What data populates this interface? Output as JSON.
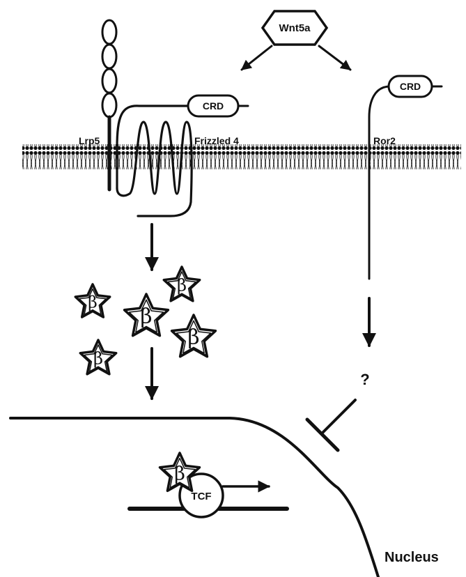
{
  "labels": {
    "ligand": "Wnt5a",
    "lrp5": "Lrp5",
    "frizzled": "Frizzled 4",
    "ror2": "Ror2",
    "crd_left": "CRD",
    "crd_right": "CRD",
    "question": "?",
    "tcf": "TCF",
    "nucleus": "Nucleus",
    "beta": "β"
  },
  "colors": {
    "ink": "#111111",
    "background": "#ffffff"
  },
  "icons": [
    "hexagon-ligand",
    "membrane-bilayer",
    "beta-catenin-star",
    "inhibition-tbar",
    "arrow"
  ]
}
